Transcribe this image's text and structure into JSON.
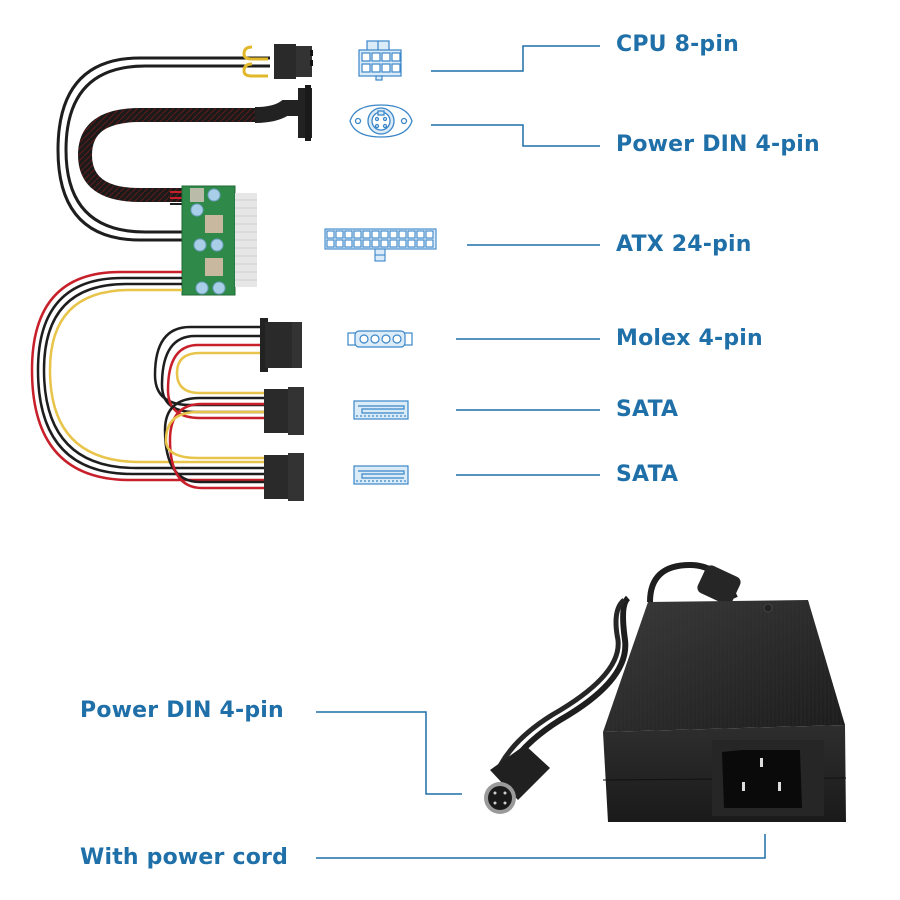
{
  "colors": {
    "accent": "#1f6fa8",
    "icon_blue": "#3a86c8",
    "icon_fill": "#dcebf8",
    "wire_black": "#1e1e1e",
    "wire_red": "#c8202a",
    "wire_yellow": "#e8c44a",
    "pcb_green": "#2f8a4a",
    "adapter_body": "#2a2a2a"
  },
  "connectors": [
    {
      "id": "cpu-8pin",
      "label": "CPU 8-pin",
      "icon": "cpu-8pin-connector-icon"
    },
    {
      "id": "power-din-4pin",
      "label": "Power DIN 4-pin",
      "icon": "power-din-connector-icon"
    },
    {
      "id": "atx-24pin",
      "label": "ATX 24-pin",
      "icon": "atx-24pin-connector-icon"
    },
    {
      "id": "molex-4pin",
      "label": "Molex 4-pin",
      "icon": "molex-connector-icon"
    },
    {
      "id": "sata-1",
      "label": "SATA",
      "icon": "sata-connector-icon"
    },
    {
      "id": "sata-2",
      "label": "SATA",
      "icon": "sata-connector-icon"
    }
  ],
  "adapter": {
    "din_label": "Power DIN 4-pin",
    "cord_label": "With power cord"
  }
}
